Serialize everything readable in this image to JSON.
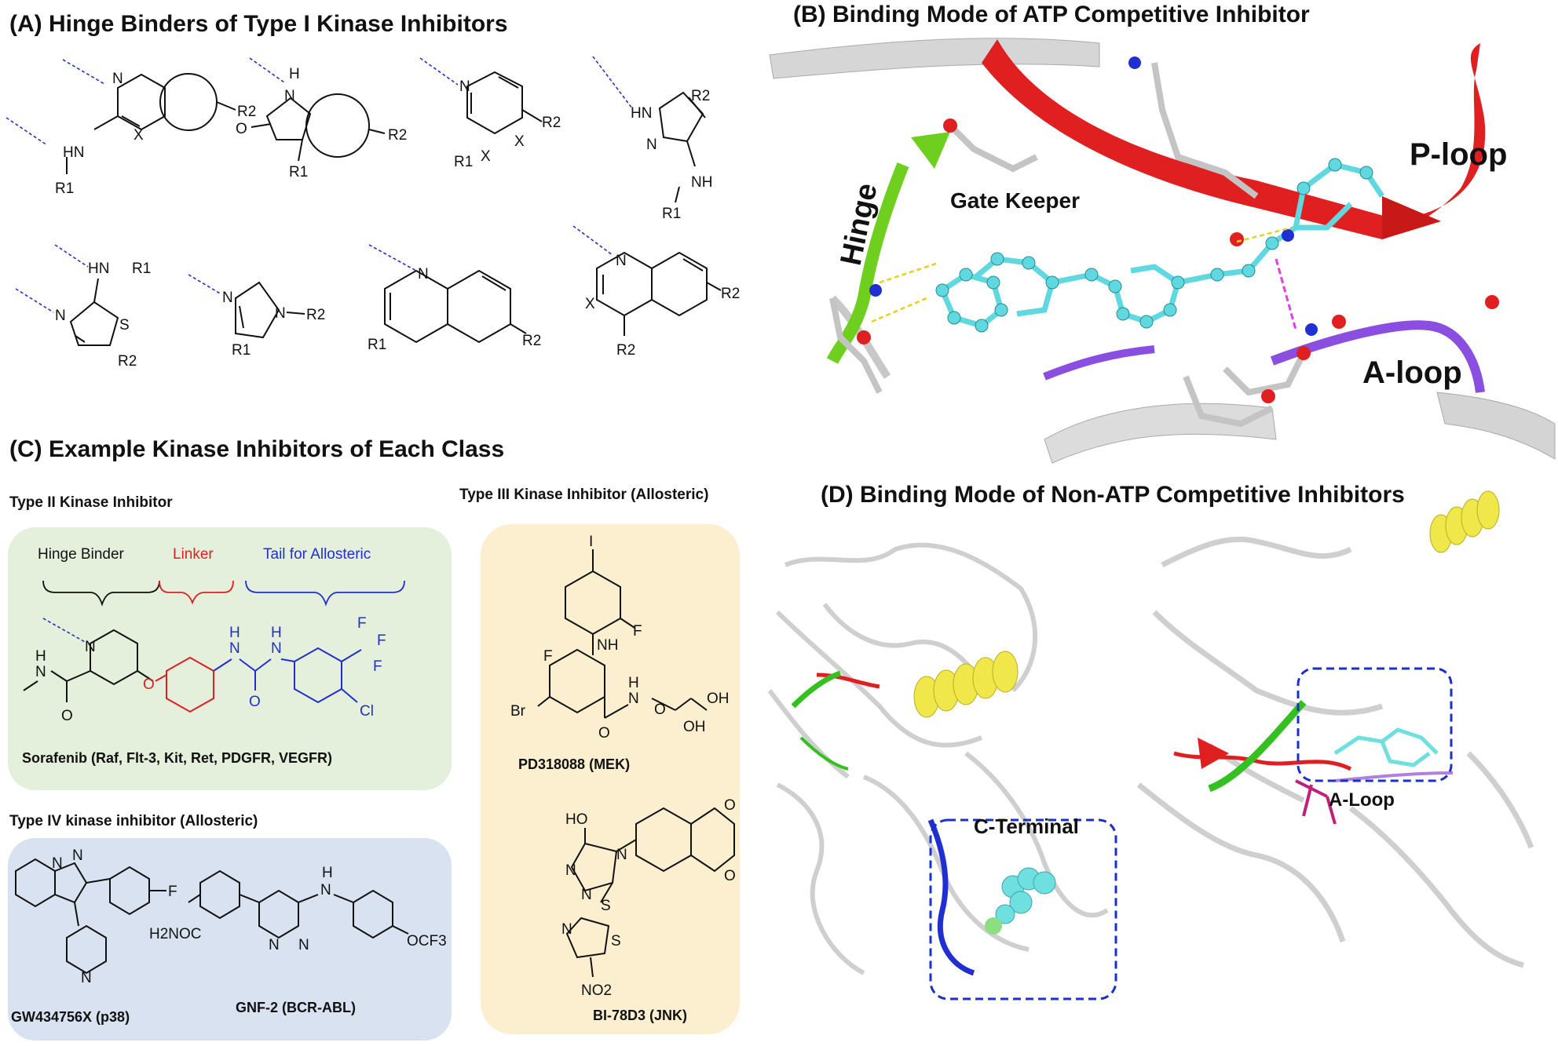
{
  "panelA": {
    "title": "(A) Hinge Binders of Type I Kinase Inhibitors",
    "molecules": [
      {
        "atoms": [
          "N",
          "HN",
          "X",
          "R1",
          "R2"
        ]
      },
      {
        "atoms": [
          "H",
          "N",
          "O",
          "R1",
          "R2"
        ]
      },
      {
        "atoms": [
          "N",
          "R1",
          "X",
          "X",
          "R2"
        ]
      },
      {
        "atoms": [
          "HN",
          "N",
          "R2",
          "NH",
          "R1"
        ]
      },
      {
        "atoms": [
          "HN",
          "R1",
          "N",
          "S",
          "R2"
        ]
      },
      {
        "atoms": [
          "N",
          "N",
          "R2",
          "R1"
        ]
      },
      {
        "atoms": [
          "N",
          "R1",
          "R2"
        ]
      },
      {
        "atoms": [
          "N",
          "X",
          "R2",
          "R2"
        ]
      }
    ]
  },
  "panelB": {
    "title": "(B) Binding Mode of ATP Competitive Inhibitor",
    "labels": {
      "hinge": "Hinge",
      "gatekeeper": "Gate Keeper",
      "ploop": "P-loop",
      "aloop": "A-loop"
    },
    "colors": {
      "hinge": "#6ecf1f",
      "ploop": "#e02020",
      "aloop": "#8a4fe0",
      "ligand": "#5fd8e0",
      "protein": "#d0d0d0"
    }
  },
  "panelC": {
    "title": "(C) Example Kinase Inhibitors of Each Class",
    "type2": {
      "heading": "Type II Kinase Inhibitor",
      "hinge_binder": "Hinge Binder",
      "linker": "Linker",
      "tail": "Tail for Allosteric",
      "atoms": [
        "H",
        "N",
        "O",
        "N",
        "O",
        "H",
        "N",
        "H",
        "N",
        "O",
        "F",
        "F",
        "F",
        "Cl"
      ],
      "caption": "Sorafenib (Raf, Flt-3, Kit, Ret, PDGFR, VEGFR)",
      "bg": "#e4efdc"
    },
    "type3": {
      "heading": "Type III Kinase Inhibitor (Allosteric)",
      "mol1_atoms": [
        "I",
        "F",
        "F",
        "NH",
        "Br",
        "H",
        "N",
        "O",
        "OH",
        "OH",
        "O"
      ],
      "mol1_caption": "PD318088 (MEK)",
      "mol2_atoms": [
        "HO",
        "N",
        "N",
        "N",
        "O",
        "O",
        "S",
        "S",
        "N",
        "NO2"
      ],
      "mol2_caption": "BI-78D3 (JNK)",
      "bg": "#fcefcf"
    },
    "type4": {
      "heading": "Type IV kinase inhibitor  (Allosteric)",
      "mol1_atoms": [
        "N",
        "N",
        "F",
        "N"
      ],
      "mol1_caption": "GW434756X (p38)",
      "mol2_atoms": [
        "H2NOC",
        "N",
        "N",
        "H",
        "N",
        "OCF3"
      ],
      "mol2_caption": "GNF-2 (BCR-ABL)",
      "bg": "#d8e2f1"
    }
  },
  "panelD": {
    "title": "(D) Binding Mode of Non-ATP Competitive Inhibitors",
    "left_label": "C-Terminal",
    "right_label": "A-Loop",
    "colors": {
      "box": "#1a2fcc",
      "helix": "#f0e84a",
      "ligand": "#6fdfe0"
    }
  }
}
